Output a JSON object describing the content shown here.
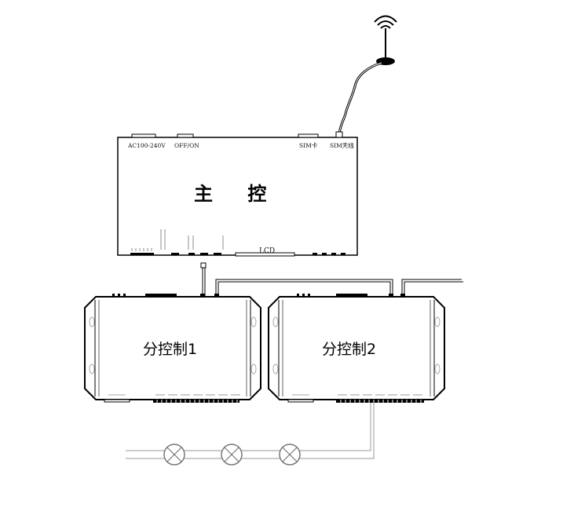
{
  "main_controller": {
    "title": "主 控",
    "top_labels": {
      "power": "AC100-240V",
      "switch": "OFF/ON",
      "sim_card": "SIM卡",
      "sim_antenna": "SIM天线"
    },
    "lcd_label": "LCD"
  },
  "sub_controllers": [
    {
      "title": "分控制1"
    },
    {
      "title": "分控制2"
    }
  ]
}
